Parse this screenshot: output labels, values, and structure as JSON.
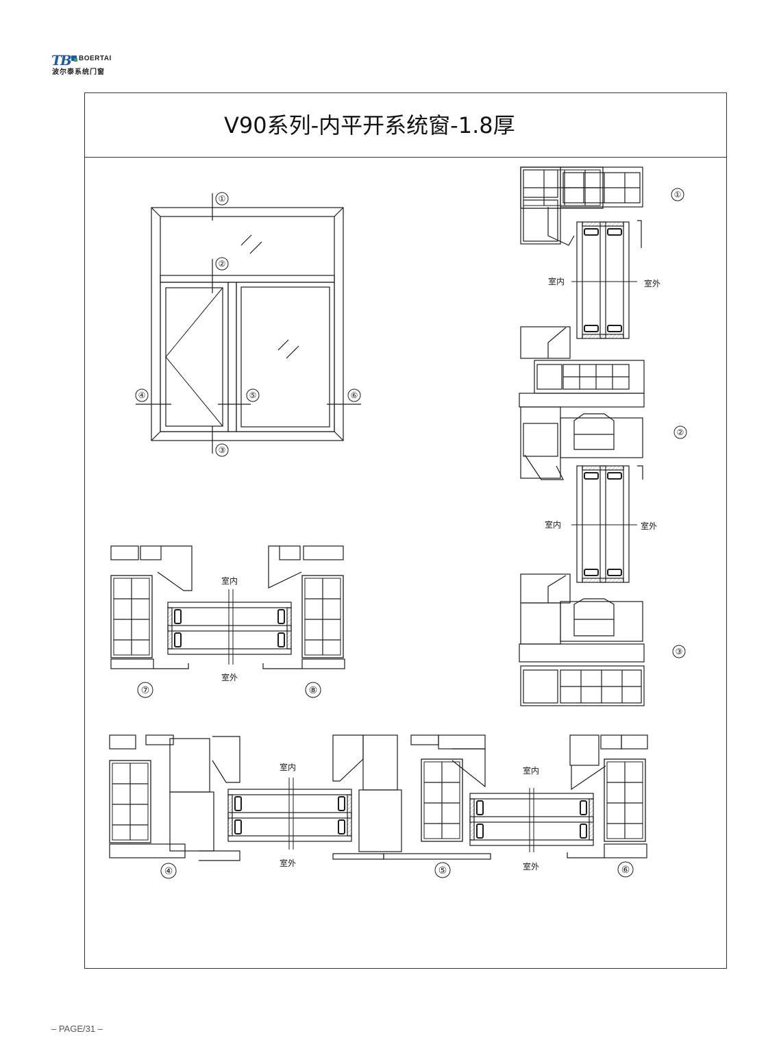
{
  "logo": {
    "mark": "TB",
    "brand_en": "BOERTAI",
    "brand_cn": "波尔泰系统门窗"
  },
  "title": "V90系列-内平开系统窗-1.8厚",
  "labels": {
    "indoor": "室内",
    "outdoor": "室外"
  },
  "section_markers": [
    "①",
    "②",
    "③",
    "④",
    "⑤",
    "⑥",
    "⑦",
    "⑧"
  ],
  "footer": {
    "page": "– PAGE/31 –"
  },
  "colors": {
    "line": "#1a1a1a",
    "logo_blue": "#1f5aa8",
    "logo_green": "#3aa05a"
  }
}
